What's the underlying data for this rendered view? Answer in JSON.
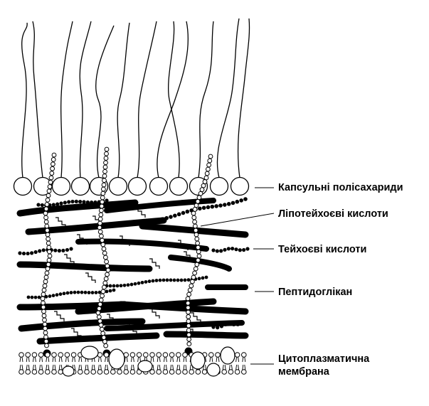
{
  "labels": {
    "capsule": "Капсульні полісахариди",
    "lipoteichoic": "Ліпотейхоєві кислоти",
    "teichoic": "Тейхоєві кислоти",
    "peptidoglycan": "Пептидоглікан",
    "membrane_line1": "Цитоплазматична",
    "membrane_line2": "мембрана"
  }
}
